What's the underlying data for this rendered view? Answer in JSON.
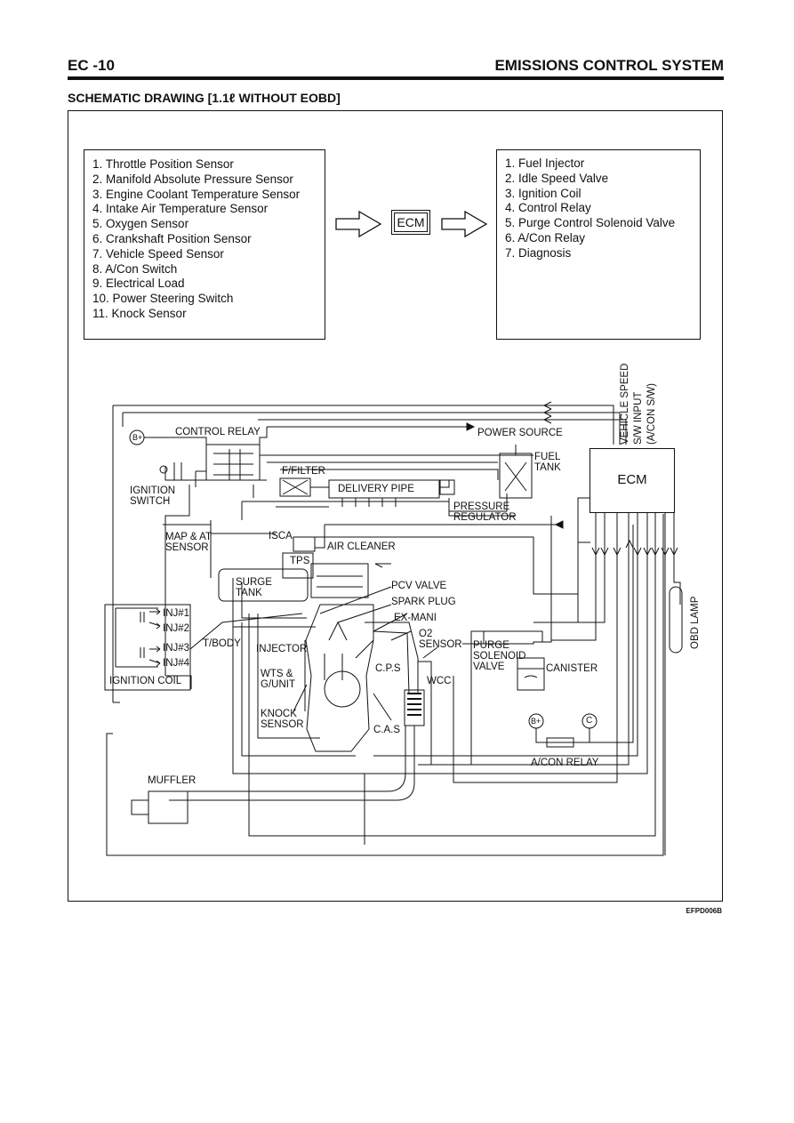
{
  "header": {
    "left": "EC -10",
    "right": "EMISSIONS CONTROL SYSTEM"
  },
  "subtitle": "SCHEMATIC DRAWING [1.1ℓ  WITHOUT EOBD]",
  "inputs": [
    "1. Throttle Position Sensor",
    "2. Manifold Absolute Pressure Sensor",
    "3. Engine Coolant Temperature Sensor",
    "4. Intake Air Temperature Sensor",
    "5. Oxygen Sensor",
    "6. Crankshaft Position Sensor",
    "7. Vehicle Speed Sensor",
    "8. A/Con Switch",
    "9. Electrical Load",
    "10. Power Steering Switch",
    "11. Knock Sensor"
  ],
  "outputs": [
    "1. Fuel Injector",
    "2. Idle Speed Valve",
    "3. Ignition Coil",
    "4. Control Relay",
    "5. Purge Control Solenoid Valve",
    "6. A/Con Relay",
    "7. Diagnosis"
  ],
  "ecm_small": "ECM",
  "ecm_big": "ECM",
  "labels": {
    "b_plus": "B+",
    "control_relay": "CONTROL RELAY",
    "power_source": "POWER SOURCE",
    "fuel_tank": "FUEL\nTANK",
    "ignition_switch": "IGNITION\nSWITCH",
    "f_filter": "F/FILTER",
    "delivery_pipe": "DELIVERY PIPE",
    "pressure_regulator": "PRESSURE\nREGULATOR",
    "map_at_sensor": "MAP & AT\nSENSOR",
    "isca": "ISCA",
    "air_cleaner": "AIR CLEANER",
    "tps": "TPS",
    "surge_tank": "SURGE\nTANK",
    "pcv_valve": "PCV VALVE",
    "spark_plug": "SPARK PLUG",
    "ex_mani": "EX-MANI",
    "o2_sensor": "O2\nSENSOR",
    "purge_solenoid_valve": "PURGE\nSOLENOID\nVALVE",
    "canister": "CANISTER",
    "inj1": "INJ#1",
    "inj2": "INJ#2",
    "inj3": "INJ#3",
    "inj4": "INJ#4",
    "t_body": "T/BODY",
    "injector": "INJECTOR",
    "ignition_coil": "IGNITION COIL",
    "wts_gunit": "WTS &\nG/UNIT",
    "cps": "C.P.S",
    "wcc": "WCC",
    "knock_sensor": "KNOCK\nSENSOR",
    "cas": "C.A.S",
    "b_plus_2": "B+",
    "c": "C",
    "acon_relay": "A/CON RELAY",
    "muffler": "MUFFLER",
    "vehicle_speed": "VEHICLE SPEED",
    "sw_input": "S/W INPUT",
    "acon_sw": "(A/CON S/W)",
    "obd_lamp": "OBD LAMP"
  },
  "figure_code": "EFPD006B"
}
